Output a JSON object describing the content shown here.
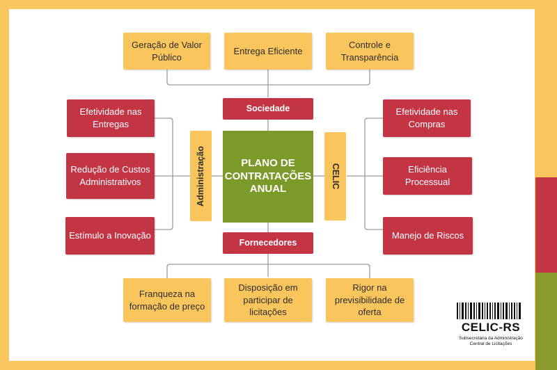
{
  "center": {
    "title": "PLANO DE\nCONTRATAÇÕES\nANUAL"
  },
  "hubs": {
    "top": "Sociedade",
    "bottom": "Fornecedores",
    "left": "Administração",
    "right": "CELIC"
  },
  "top_boxes": [
    "Geração de Valor\nPúblico",
    "Entrega Eficiente",
    "Controle e\nTransparência"
  ],
  "bottom_boxes": [
    "Franqueza na\nformação de preço",
    "Disposição em\nparticipar de\nlicitações",
    "Rigor na\nprevisibilidade de\noferta"
  ],
  "left_boxes": [
    "Efetividade nas\nEntregas",
    "Redução de Custos\nAdministrativos",
    "Estímulo a Inovação"
  ],
  "right_boxes": [
    "Efetividade nas\nCompras",
    "Eficiência\nProcessual",
    "Manejo de Riscos"
  ],
  "logo": {
    "name": "CELIC-RS",
    "subtitle": "Subsecretaria da Administração\nCentral de Licitações"
  },
  "colors": {
    "yellow": "#f9c55c",
    "red": "#c33545",
    "green": "#7c9a2a",
    "connector": "#9a9a9a"
  }
}
